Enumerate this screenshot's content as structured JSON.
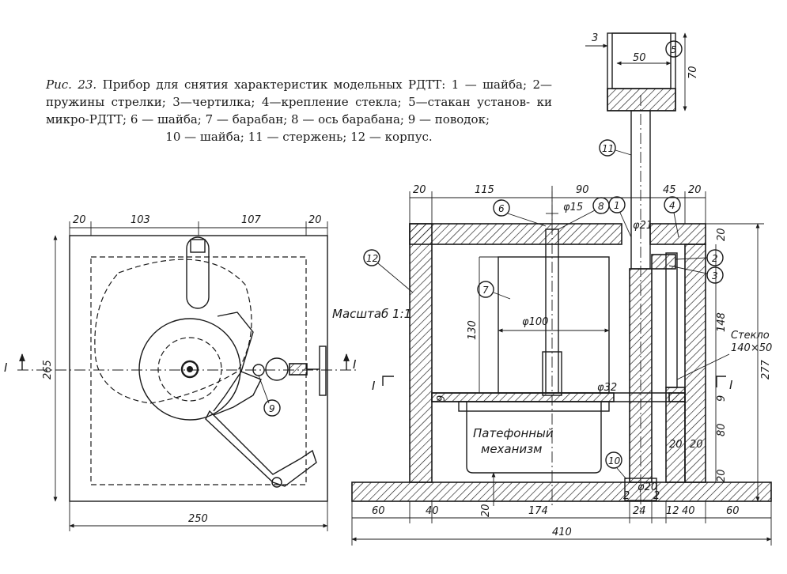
{
  "caption": {
    "lead": "Рис. 23.",
    "line1": "Прибор для снятия характеристик модельных РДТТ: 1 — шайба;",
    "line2": "2—пружины стрелки; 3—чертилка; 4—крепление стекла; 5—стакан установ-",
    "line3": "ки микро-РДТТ; 6 — шайба; 7 — барабан; 8 — ось барабана; 9 — поводок;",
    "line4": "10 — шайба; 11 — стержень; 12 — корпус."
  },
  "left_view": {
    "dims_top": [
      "20",
      "103",
      "107",
      "20"
    ],
    "dim_left": "265",
    "dim_bottom": "250",
    "section_label_left": "I",
    "section_label_right": "I",
    "callout_9": "9"
  },
  "right_view": {
    "scale_label": "Масштаб 1:1",
    "mechanism_line1": "Патефонный",
    "mechanism_line2": "механизм",
    "glass_label_line1": "Стекло",
    "glass_label_line2": "140×50",
    "section_label": "I",
    "section_label_right": "I",
    "dims_top": [
      "20",
      "115",
      "90",
      "45",
      "20"
    ],
    "dim_phi15": "φ15",
    "dim_phi21": "φ21",
    "dim_phi100": "φ100",
    "dim_phi32": "φ32",
    "dim_phi20": "φ20",
    "dim_130": "130",
    "dim_148": "148",
    "dim_277": "277",
    "dim_80": "80",
    "dim_9a": "9",
    "dim_9b": "9",
    "dim_20_right_top": "20",
    "dim_20_right_bottom": "20",
    "dim_20_inner_a": "20",
    "dim_20_inner_b": "20",
    "dim_20_mech": "20",
    "dim_2a": "2",
    "dim_2b": "2",
    "cup_top_3": "3",
    "cup_width_50": "50",
    "cup_height_70": "70",
    "dims_bottom": [
      "60",
      "40",
      "174",
      "24",
      "12",
      "40",
      "60"
    ],
    "dim_total": "410",
    "callouts": [
      "1",
      "2",
      "3",
      "4",
      "5",
      "6",
      "7",
      "8",
      "10",
      "11",
      "12"
    ]
  }
}
